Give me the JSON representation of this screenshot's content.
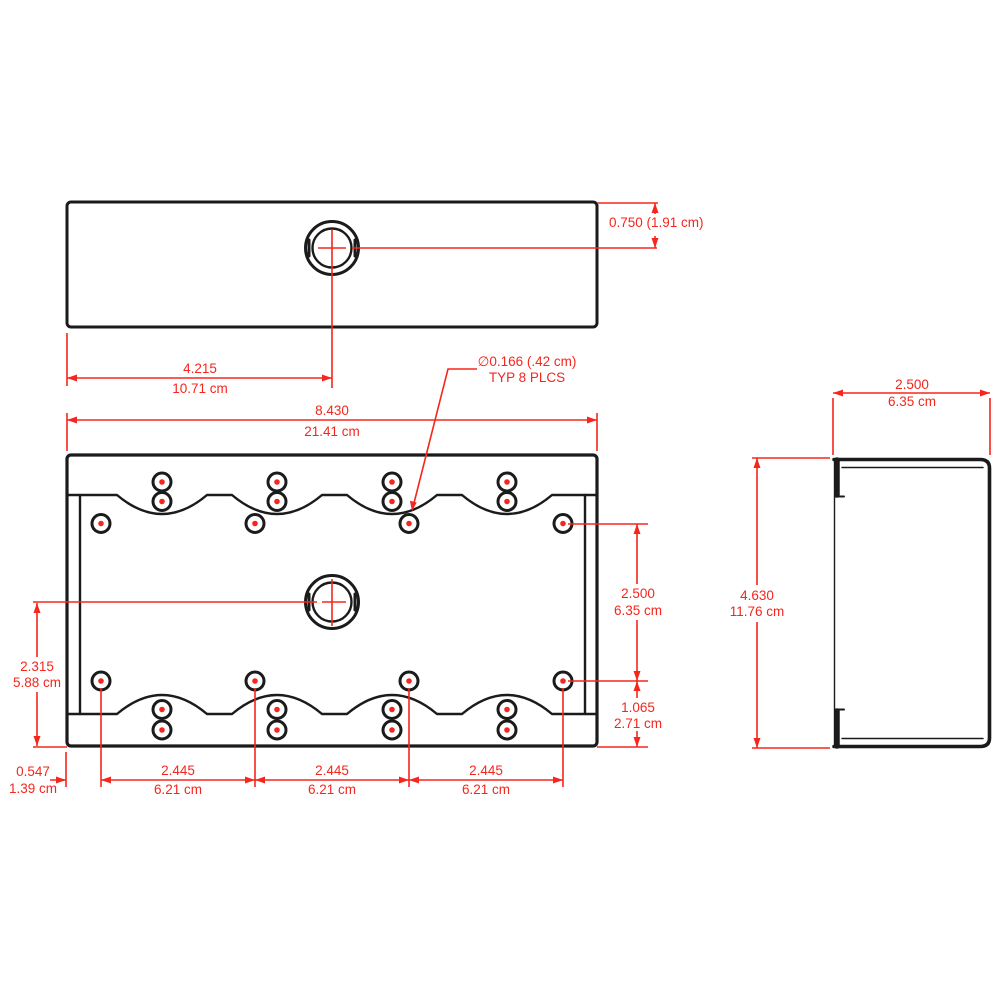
{
  "title": "electrical box dimension drawing",
  "colors": {
    "dimension_red": "#f5261d",
    "outline_black": "#1b1b1b",
    "background": "#ffffff"
  },
  "labels": {
    "top_ko_offset": {
      "in": "4.215",
      "cm": "10.71 cm"
    },
    "top_ko_depth": "0.750 (1.91 cm)",
    "front_width": {
      "in": "8.430",
      "cm": "21.41 cm"
    },
    "hole_note": {
      "line1": "∅0.166 (.42 cm)",
      "line2": "TYP 8 PLCS"
    },
    "front_hole_span": {
      "in": "2.500",
      "cm": "6.35 cm"
    },
    "front_hole_to_bottom": {
      "in": "1.065",
      "cm": "2.71 cm"
    },
    "front_ko_to_bottom": {
      "in": "2.315",
      "cm": "5.88 cm"
    },
    "edge_to_first_hole": {
      "in": "0.547",
      "cm": "1.39 cm"
    },
    "hole_spacing_1": {
      "in": "2.445",
      "cm": "6.21 cm"
    },
    "hole_spacing_2": {
      "in": "2.445",
      "cm": "6.21 cm"
    },
    "hole_spacing_3": {
      "in": "2.445",
      "cm": "6.21 cm"
    },
    "side_depth": {
      "in": "2.500",
      "cm": "6.35 cm"
    },
    "side_height": {
      "in": "4.630",
      "cm": "11.76 cm"
    }
  }
}
